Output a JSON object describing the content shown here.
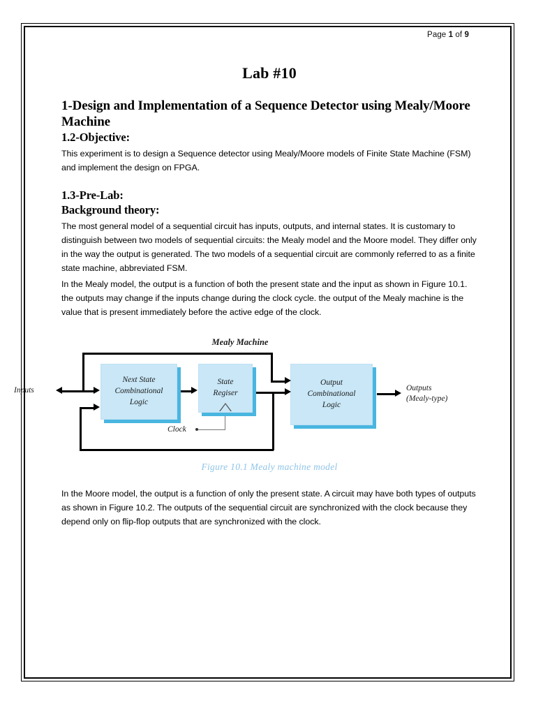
{
  "header": {
    "page_label_prefix": "Page ",
    "page_current": "1",
    "page_mid": " of ",
    "page_total": "9",
    "page_full": "Page 1 of 9"
  },
  "document": {
    "title": "Lab #10",
    "section_1_heading": "1-Design and Implementation of a Sequence Detector using Mealy/Moore Machine",
    "section_12_heading": "1.2-Objective:",
    "objective_text": "This experiment is to design a Sequence detector using Mealy/Moore models of Finite State Machine (FSM) and implement the design on FPGA.",
    "section_13_heading": "1.3-Pre-Lab:",
    "background_heading": "Background theory:",
    "paragraph_1": "The most general model of a sequential circuit has inputs, outputs, and internal states. It is customary to distinguish between two models of sequential circuits: the Mealy model and the Moore model. They differ only in the way the output is generated. The two models of a sequential circuit are commonly referred to as a finite state machine, abbreviated FSM.",
    "paragraph_2": "In the Mealy model, the output is a function of both the present state and the input as shown in Figure 10.1. the outputs may change if the inputs change during the clock cycle. the output of the Mealy machine is the value that is present immediately before the active edge of the clock.",
    "paragraph_3": "In the Moore model, the output is a function of only the present state. A circuit may have both types of outputs as shown in Figure 10.2. The outputs of the sequential circuit are synchronized with the clock because they depend only on flip-flop outputs that are synchronized with the clock."
  },
  "figure": {
    "diagram_title": "Mealy Machine",
    "caption": "Figure 10.1 Mealy machine model",
    "caption_color": "#8fc4e8",
    "block_fill_color": "#c9e7f7",
    "block_shadow_color": "#49b6e0",
    "blocks": [
      {
        "id": "next-state",
        "line1": "Next State",
        "line2": "Combinational",
        "line3": "Logic"
      },
      {
        "id": "state-register",
        "line1": "State",
        "line2": "Regiser",
        "line3": ""
      },
      {
        "id": "output-logic",
        "line1": "Output",
        "line2": "Combinational",
        "line3": "Logic"
      }
    ],
    "labels": {
      "inputs": "Inputs",
      "clock": "Clock",
      "outputs_line1": "Outputs",
      "outputs_line2": "(Mealy-type)"
    }
  }
}
